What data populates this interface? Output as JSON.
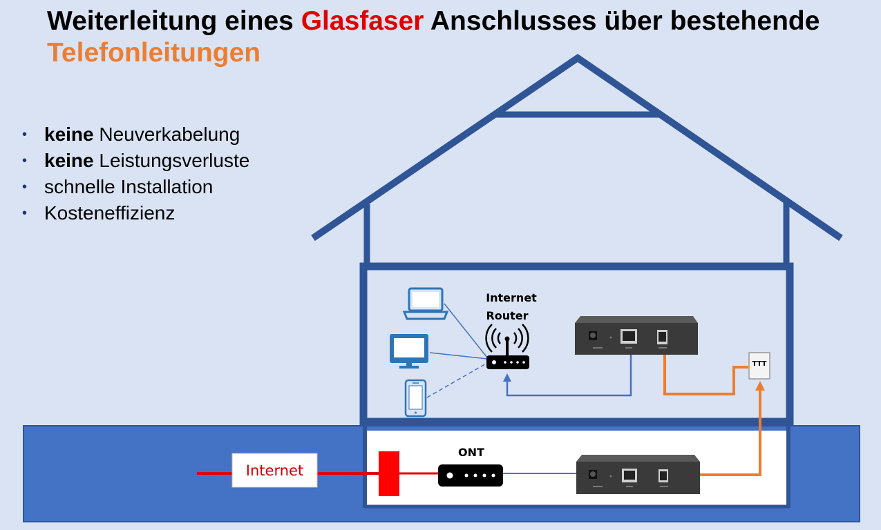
{
  "title": {
    "part1": "Weiterleitung eines ",
    "highlight": "Glasfaser",
    "part2": " Anschlusses über bestehende",
    "line2": "Telefonleitungen"
  },
  "bullets": [
    {
      "bold": "keine",
      "text": " Neuverkabelung"
    },
    {
      "bold": "keine",
      "text": " Leistungsverluste"
    },
    {
      "bold": "",
      "text": "schnelle Installation"
    },
    {
      "bold": "",
      "text": "Kosteneffizienz"
    }
  ],
  "diagram": {
    "router_label_line1": "Internet",
    "router_label_line2": "Router",
    "ont_label": "ONT",
    "internet_label": "Internet",
    "wall_socket_label": "TTT"
  },
  "colors": {
    "background": "#dae3f3",
    "house": "#2f5597",
    "ground": "#4472c4",
    "fiber": "#e00000",
    "phone_line": "#ed7d31",
    "ethernet": "#4472c4",
    "title_highlight": "#e00000",
    "subtitle": "#ed7d31"
  },
  "icons": [
    "laptop-icon",
    "monitor-icon",
    "smartphone-icon",
    "wifi-router-icon",
    "ont-modem-icon",
    "adapter-box-icon",
    "phone-socket-icon",
    "fiber-connector-icon"
  ]
}
